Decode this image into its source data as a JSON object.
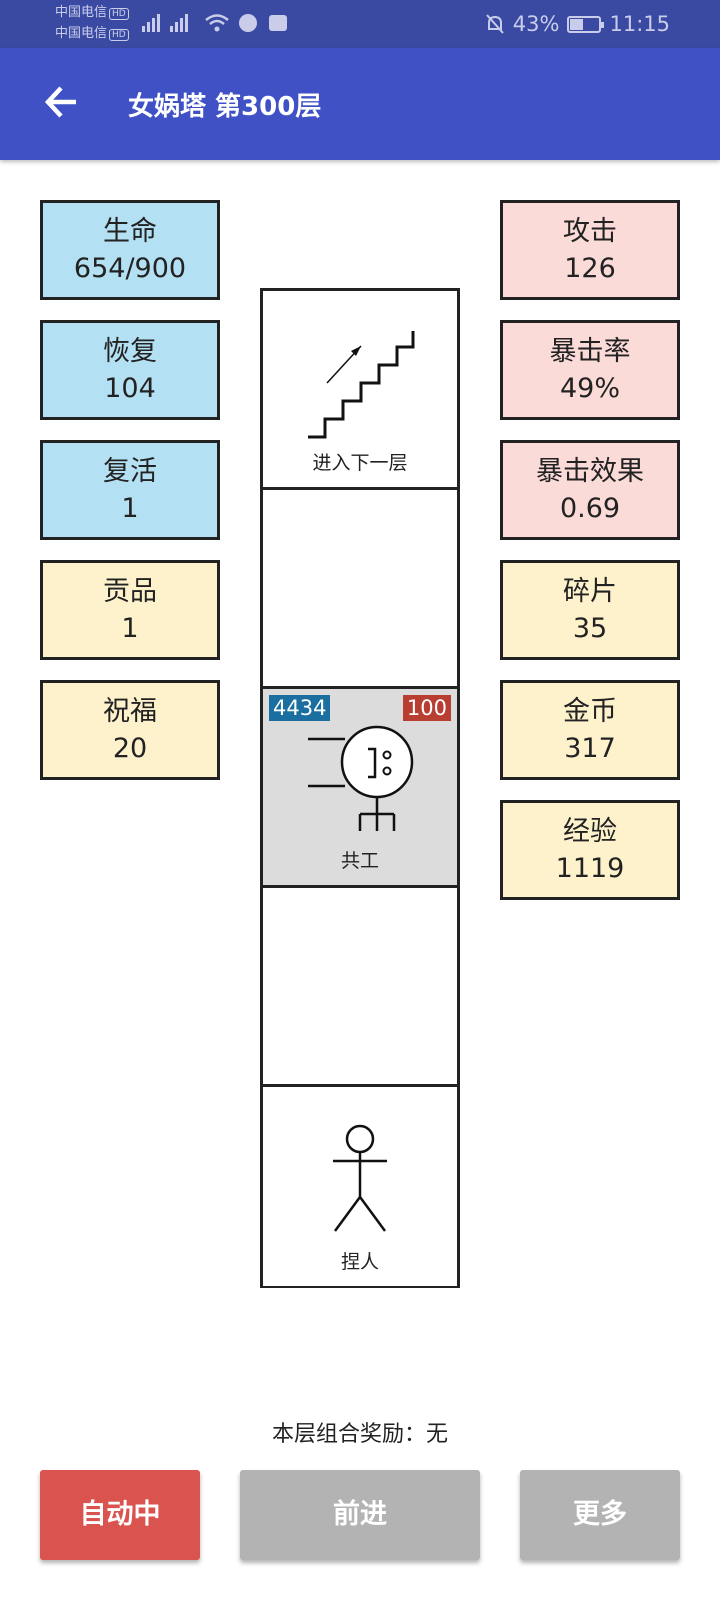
{
  "status_bar": {
    "carrier_1": "中国电信",
    "carrier_2": "中国电信",
    "hd_badge": "HD",
    "icons": [
      "signal-4g-icon",
      "wifi-icon",
      "app-icon",
      "mute-bell-icon"
    ],
    "battery_percent": "43%",
    "battery_level": 0.43,
    "time": "11:15"
  },
  "app_bar": {
    "back_icon": "arrow-left-icon",
    "title": "女娲塔 第300层"
  },
  "left_stats": [
    {
      "label": "生命",
      "value": "654/900",
      "color": "#b3e0f2"
    },
    {
      "label": "恢复",
      "value": "104",
      "color": "#b3e0f2"
    },
    {
      "label": "复活",
      "value": "1",
      "color": "#b3e0f2"
    },
    {
      "label": "贡品",
      "value": "1",
      "color": "#fef2cd"
    },
    {
      "label": "祝福",
      "value": "20",
      "color": "#fef2cd"
    }
  ],
  "right_stats": [
    {
      "label": "攻击",
      "value": "126",
      "color": "#fadbd8"
    },
    {
      "label": "暴击率",
      "value": "49%",
      "color": "#fadbd8"
    },
    {
      "label": "暴击效果",
      "value": "0.69",
      "color": "#fadbd8"
    },
    {
      "label": "碎片",
      "value": "35",
      "color": "#fef2cd"
    },
    {
      "label": "金币",
      "value": "317",
      "color": "#fef2cd"
    },
    {
      "label": "经验",
      "value": "1119",
      "color": "#fef2cd"
    }
  ],
  "tower": {
    "cells": [
      {
        "type": "stairs",
        "icon": "stairs-up-icon",
        "label": "进入下一层"
      },
      {
        "type": "empty"
      },
      {
        "type": "enemy",
        "icon": "robot-enemy-icon",
        "label": "共工",
        "hp": "4434",
        "attack": "100"
      },
      {
        "type": "empty"
      },
      {
        "type": "player",
        "icon": "stick-figure-icon",
        "label": "捏人"
      }
    ]
  },
  "footer": {
    "reward_text": "本层组合奖励：无"
  },
  "buttons": {
    "auto": "自动中",
    "forward": "前进",
    "more": "更多",
    "auto_color": "#d9534f",
    "disabled_color": "#b3b3b3"
  }
}
